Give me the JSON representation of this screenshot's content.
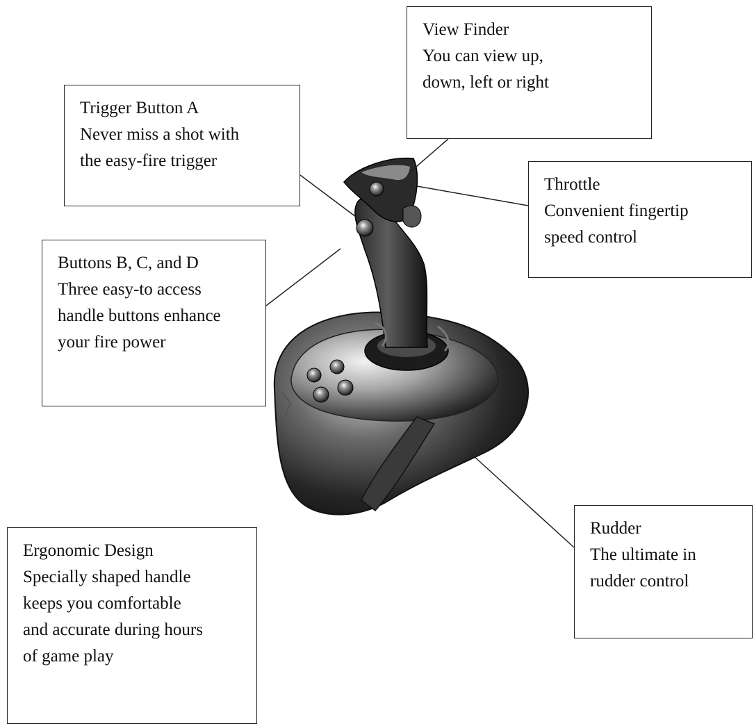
{
  "callouts": {
    "view_finder": {
      "title": "View Finder",
      "lines": [
        "You can view up,",
        "down, left or right"
      ]
    },
    "trigger_button_a": {
      "title": "Trigger Button A",
      "lines": [
        "Never miss a shot with",
        "the easy-fire trigger"
      ]
    },
    "throttle": {
      "title": "Throttle",
      "lines": [
        "Convenient fingertip",
        "speed control"
      ]
    },
    "buttons_bcd": {
      "title": "Buttons B, C, and D",
      "lines": [
        "Three easy-to access",
        "handle buttons enhance",
        "your fire power"
      ]
    },
    "rudder": {
      "title": "Rudder",
      "lines": [
        "The ultimate in",
        "rudder control"
      ]
    },
    "ergonomic_design": {
      "title": "Ergonomic Design",
      "lines": [
        "Specially shaped handle",
        "keeps you comfortable",
        "and accurate during hours",
        "of game play"
      ]
    }
  },
  "illustration": {
    "subject": "joystick-image",
    "body_color": "#1a1a1a",
    "highlight_color": "#9a9a9a"
  }
}
